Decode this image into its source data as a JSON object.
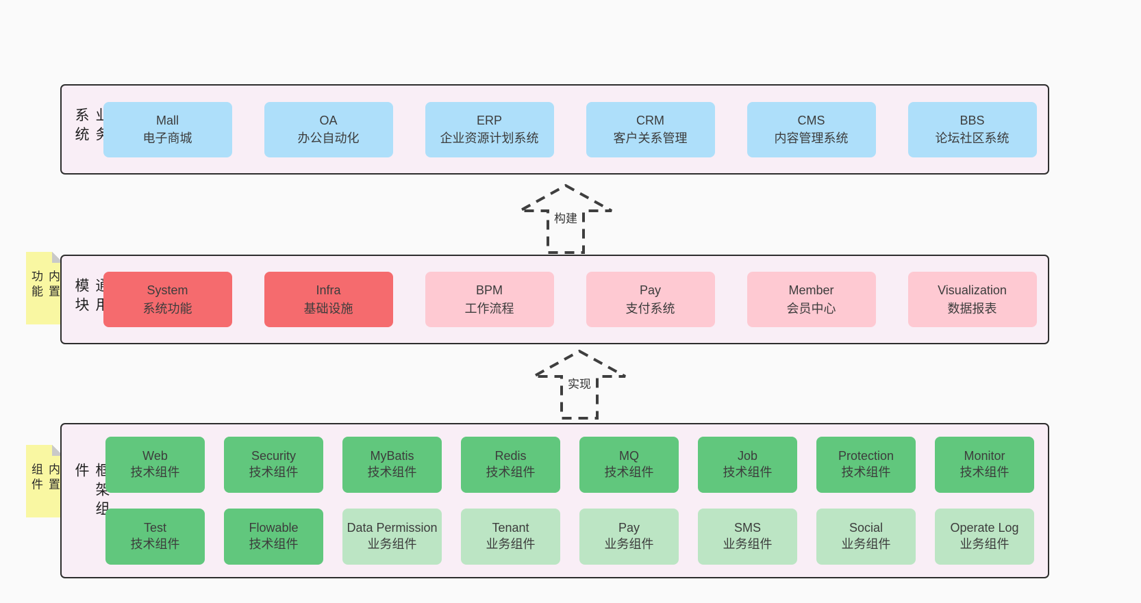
{
  "palette": {
    "page_bg": "#fafafa",
    "band_bg": "#f9eef6",
    "band_border": "#2d2d2d",
    "blue_box": "#aedffa",
    "red_box": "#f56b6e",
    "pink_box": "#fec9d2",
    "green_dark_box": "#61c77d",
    "green_light_box": "#bce5c4",
    "sticky_yellow": "#f9f7a2",
    "fold_gray": "#c9c9c9",
    "arrow_stroke": "#3e3e3e"
  },
  "arrows": [
    {
      "label": "构建"
    },
    {
      "label": "实现"
    }
  ],
  "bands": [
    {
      "label": "业务系统",
      "boxes": [
        {
          "en": "Mall",
          "zh": "电子商城",
          "variant": "blue"
        },
        {
          "en": "OA",
          "zh": "办公自动化",
          "variant": "blue"
        },
        {
          "en": "ERP",
          "zh": "企业资源计划系统",
          "variant": "blue"
        },
        {
          "en": "CRM",
          "zh": "客户关系管理",
          "variant": "blue"
        },
        {
          "en": "CMS",
          "zh": "内容管理系统",
          "variant": "blue"
        },
        {
          "en": "BBS",
          "zh": "论坛社区系统",
          "variant": "blue"
        }
      ]
    },
    {
      "label": "通用模块",
      "sticky": "内置功能",
      "boxes": [
        {
          "en": "System",
          "zh": "系统功能",
          "variant": "red"
        },
        {
          "en": "Infra",
          "zh": "基础设施",
          "variant": "red"
        },
        {
          "en": "BPM",
          "zh": "工作流程",
          "variant": "pink"
        },
        {
          "en": "Pay",
          "zh": "支付系统",
          "variant": "pink"
        },
        {
          "en": "Member",
          "zh": "会员中心",
          "variant": "pink"
        },
        {
          "en": "Visualization",
          "zh": "数据报表",
          "variant": "pink"
        }
      ]
    },
    {
      "label": "框架组件",
      "sticky": "内置组件",
      "rows": [
        [
          {
            "en": "Web",
            "zh": "技术组件",
            "variant": "green-dark"
          },
          {
            "en": "Security",
            "zh": "技术组件",
            "variant": "green-dark"
          },
          {
            "en": "MyBatis",
            "zh": "技术组件",
            "variant": "green-dark"
          },
          {
            "en": "Redis",
            "zh": "技术组件",
            "variant": "green-dark"
          },
          {
            "en": "MQ",
            "zh": "技术组件",
            "variant": "green-dark"
          },
          {
            "en": "Job",
            "zh": "技术组件",
            "variant": "green-dark"
          },
          {
            "en": "Protection",
            "zh": "技术组件",
            "variant": "green-dark"
          },
          {
            "en": "Monitor",
            "zh": "技术组件",
            "variant": "green-dark"
          }
        ],
        [
          {
            "en": "Test",
            "zh": "技术组件",
            "variant": "green-dark"
          },
          {
            "en": "Flowable",
            "zh": "技术组件",
            "variant": "green-dark"
          },
          {
            "en": "Data Permission",
            "zh": "业务组件",
            "variant": "green-light"
          },
          {
            "en": "Tenant",
            "zh": "业务组件",
            "variant": "green-light"
          },
          {
            "en": "Pay",
            "zh": "业务组件",
            "variant": "green-light"
          },
          {
            "en": "SMS",
            "zh": "业务组件",
            "variant": "green-light"
          },
          {
            "en": "Social",
            "zh": "业务组件",
            "variant": "green-light"
          },
          {
            "en": "Operate Log",
            "zh": "业务组件",
            "variant": "green-light"
          }
        ]
      ]
    }
  ]
}
